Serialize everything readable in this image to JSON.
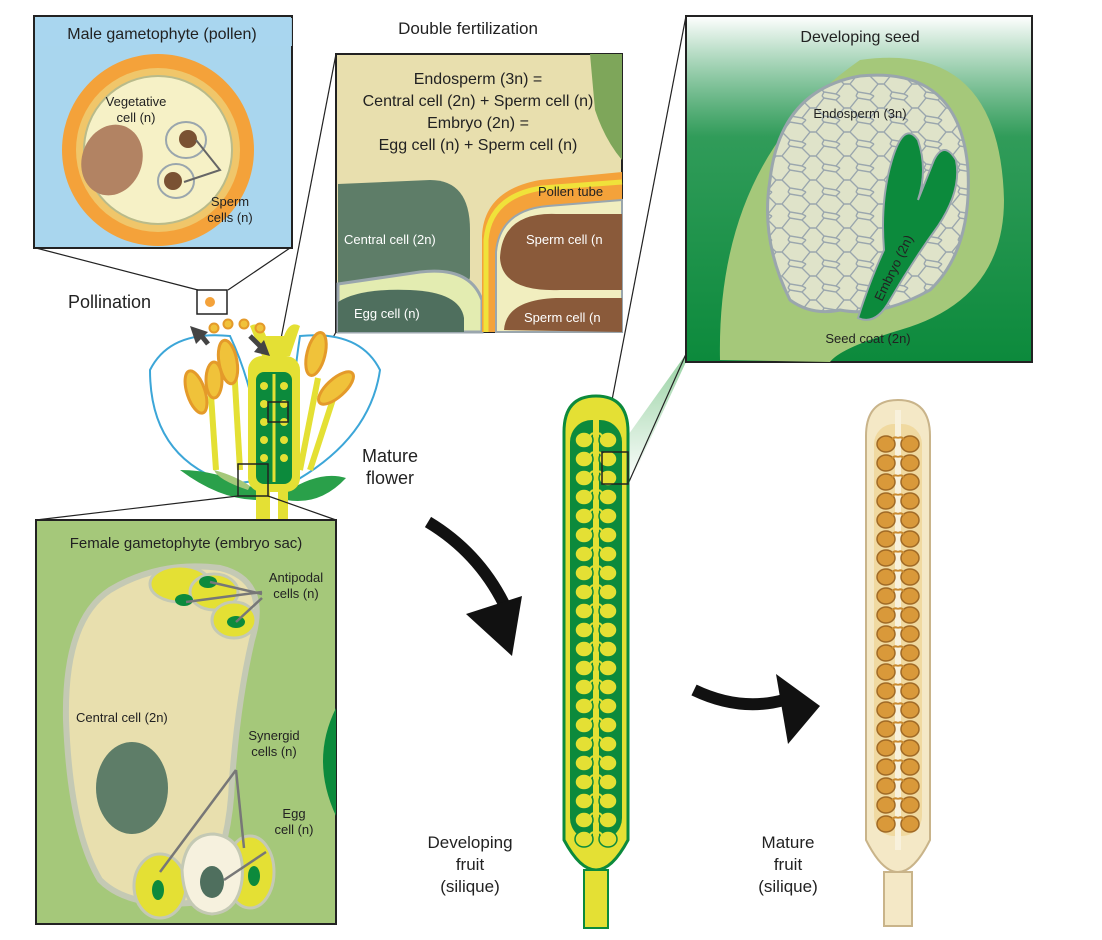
{
  "labels": {
    "pollination": "Pollination",
    "mature_flower": [
      "Mature",
      "flower"
    ],
    "developing_fruit": [
      "Developing",
      "fruit",
      "(silique)"
    ],
    "mature_fruit": [
      "Mature",
      "fruit",
      "(silique)"
    ]
  },
  "male_panel": {
    "title": "Male gametophyte (pollen)",
    "vegetative": [
      "Vegetative",
      "cell (n)"
    ],
    "sperm": [
      "Sperm",
      "cells (n)"
    ]
  },
  "fert_panel": {
    "title": "Double fertilization",
    "eq": [
      "Endosperm (3n) =",
      "Central cell (2n) + Sperm cell (n)",
      "Embryo (2n) =",
      "Egg cell (n) + Sperm cell (n)"
    ],
    "pollen_tube": "Pollen tube",
    "central": "Central cell (2n)",
    "sperm1": "Sperm cell (n",
    "egg": "Egg cell (n)",
    "sperm2": "Sperm cell (n"
  },
  "seed_panel": {
    "title": "Developing seed",
    "endosperm": "Endosperm (3n)",
    "embryo": "Embryo (2n)",
    "seed_coat": "Seed coat (2n)"
  },
  "female_panel": {
    "title": "Female gametophyte (embryo sac)",
    "antipodal": [
      "Antipodal",
      "cells (n)"
    ],
    "central": "Central cell (2n)",
    "synergid": [
      "Synergid",
      "cells (n)"
    ],
    "egg": [
      "Egg",
      "cell (n)"
    ]
  },
  "colors": {
    "dark_green": "#0c8a3c",
    "mid_green": "#8ab85e",
    "light_green": "#a5c87a",
    "yellow": "#e4e034",
    "cream": "#e8dfae",
    "orange": "#f4a23a",
    "brown": "#7a5233",
    "gray_outline": "#9aa6ad",
    "sky": "#a9d6ee"
  }
}
